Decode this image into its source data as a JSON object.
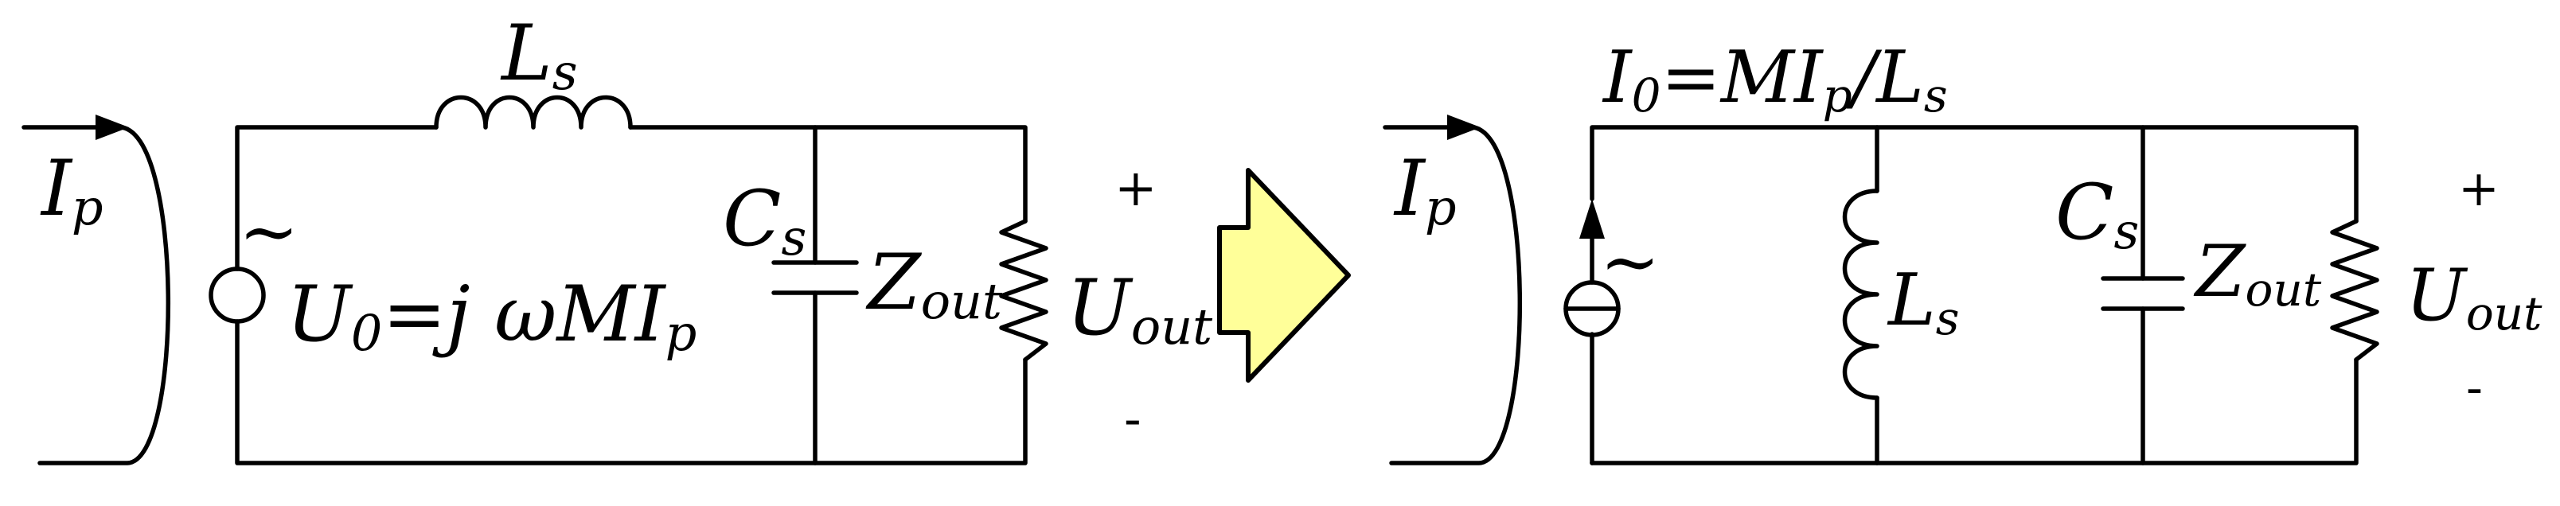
{
  "colors": {
    "stroke": "#000000",
    "arrow_fill": "#FFFF99",
    "arrow_stroke": "#000000"
  },
  "left": {
    "ip": {
      "base": "I",
      "sub": "p"
    },
    "ls": {
      "base": "L",
      "sub": "s"
    },
    "cs": {
      "base": "C",
      "sub": "s"
    },
    "zout": {
      "base": "Z",
      "sub": "out"
    },
    "uout": {
      "base": "U",
      "sub": "out"
    },
    "source": {
      "u": "U",
      "zero": "0",
      "eq": "=",
      "j": "j ",
      "omega": "ω",
      "mi": "MI",
      "p": "p"
    },
    "plus": "+",
    "minus": "-",
    "tilde": "~"
  },
  "right": {
    "ip": {
      "base": "I",
      "sub": "p"
    },
    "current_eq": {
      "i": "I",
      "zero": "0",
      "eq": "=",
      "mi": "MI",
      "p": "p",
      "slash": "/",
      "l": "L",
      "s": "s"
    },
    "ls": {
      "base": "L",
      "sub": "s"
    },
    "cs": {
      "base": "C",
      "sub": "s"
    },
    "zout": {
      "base": "Z",
      "sub": "out"
    },
    "uout": {
      "base": "U",
      "sub": "out"
    },
    "plus": "+",
    "minus": "-",
    "tilde": "~"
  }
}
